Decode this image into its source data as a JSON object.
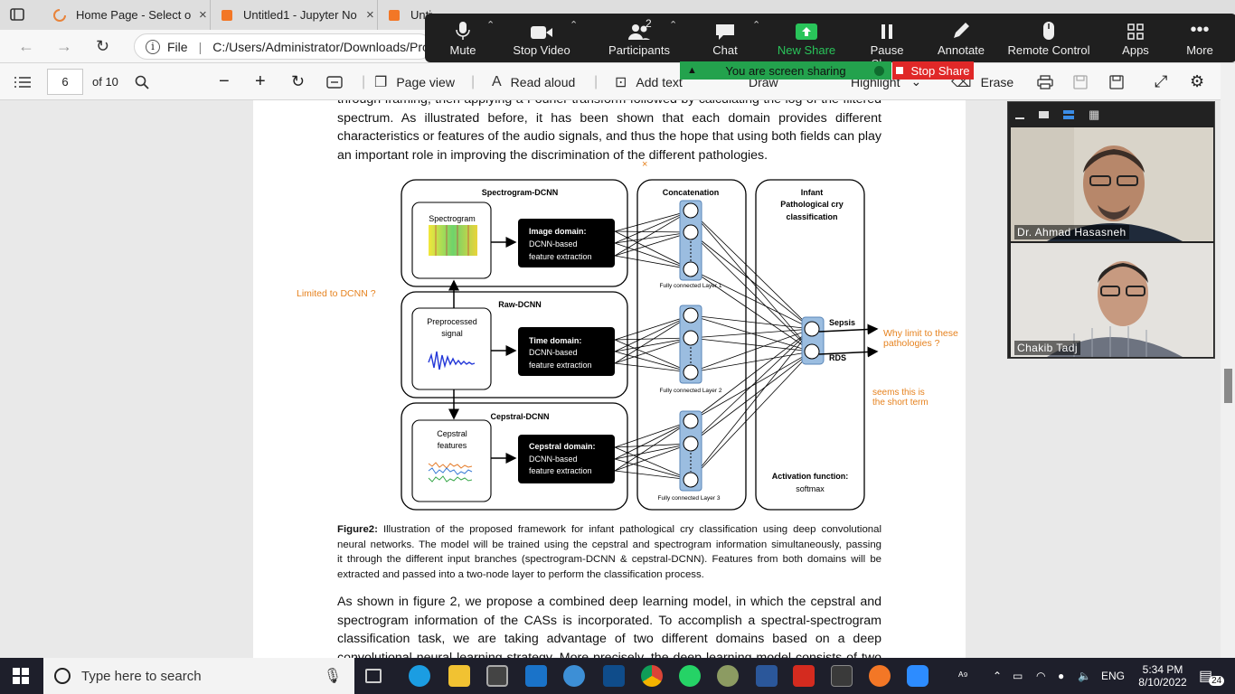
{
  "browser": {
    "tabs": [
      {
        "title": "Home Page - Select or",
        "close": "×"
      },
      {
        "title": "Untitled1 - Jupyter No",
        "close": "×"
      },
      {
        "title": "Untitl"
      }
    ],
    "url_label": "File",
    "url": "C:/Users/Administrator/Downloads/Pro"
  },
  "pdf_toolbar": {
    "page_number": "6",
    "page_total": "of 10",
    "page_view": "Page view",
    "read_aloud": "Read aloud",
    "add_text": "Add text",
    "draw": "Draw",
    "highlight": "Highlight",
    "erase": "Erase"
  },
  "zoom": {
    "buttons": [
      {
        "label": "Mute"
      },
      {
        "label": "Stop Video"
      },
      {
        "label": "Participants",
        "count": "2"
      },
      {
        "label": "Chat"
      },
      {
        "label": "New Share"
      },
      {
        "label": "Pause Share"
      },
      {
        "label": "Annotate"
      },
      {
        "label": "Remote Control"
      },
      {
        "label": "Apps"
      },
      {
        "label": "More"
      }
    ],
    "sharing_status": "You are screen sharing",
    "stop_share": "Stop Share",
    "participants": [
      {
        "name": "Dr. Ahmad Hasasneh"
      },
      {
        "name": "Chakib Tadj"
      }
    ]
  },
  "document": {
    "para1": [
      "through framing, then applying a Fourier transform followed by calculating the log of the filtered",
      "spectrum. As illustrated before, it has been shown that each domain provides different",
      "characteristics or features of the audio signals, and thus the hope that using both fields can play",
      "an important role in improving the discrimination of the different pathologies."
    ],
    "figure": {
      "spec_title": "Spectrogram-DCNN",
      "spec_input": "Spectrogram",
      "spec_box": [
        "Image domain:",
        "DCNN-based",
        "feature extraction"
      ],
      "raw_title": "Raw-DCNN",
      "raw_input": [
        "Preprocessed",
        "signal"
      ],
      "raw_box": [
        "Time domain:",
        "DCNN-based",
        "feature extraction"
      ],
      "cep_title": "Cepstral-DCNN",
      "cep_input": [
        "Cepstral",
        "features"
      ],
      "cep_box": [
        "Cepstral domain:",
        "DCNN-based",
        "feature extraction"
      ],
      "concat_title": "Concatenation",
      "fc_labels": [
        "Fully connected Layer 1",
        "Fully connected Layer 2",
        "Fully connected Layer 3"
      ],
      "class_title": [
        "Infant",
        "Pathological cry",
        "classification"
      ],
      "outputs": [
        "Sepsis",
        "RDS"
      ],
      "activation": [
        "Activation function:",
        "softmax"
      ]
    },
    "annotations": {
      "cross": "×",
      "limited": "Limited to DCNN ?",
      "why": [
        "Why limit to these",
        "pathologies ?"
      ],
      "short": [
        "seems this is",
        "the short term"
      ]
    },
    "caption_label": "Figure2:",
    "caption": [
      " Illustration of the proposed framework for infant pathological cry classification using deep convolutional",
      "neural networks. The model will be trained using the cepstral and spectrogram information simultaneously, passing",
      "it through the different input branches (spectrogram-DCNN & cepstral-DCNN). Features from both domains will be",
      "extracted and passed into a two-node layer to perform the classification process."
    ],
    "para2": [
      "As shown in figure 2, we propose a combined deep learning model, in which the cepstral and",
      "spectrogram information of the CASs is incorporated. To accomplish a spectral-spectrogram",
      "classification task, we are taking advantage of two different domains based on a deep",
      "convolutional neural learning strategy. More precisely, the deep learning model consists of two"
    ]
  },
  "taskbar": {
    "search_placeholder": "Type here to search",
    "language": "ENG",
    "time": "5:34 PM",
    "date": "8/10/2022",
    "notifications": "24"
  }
}
